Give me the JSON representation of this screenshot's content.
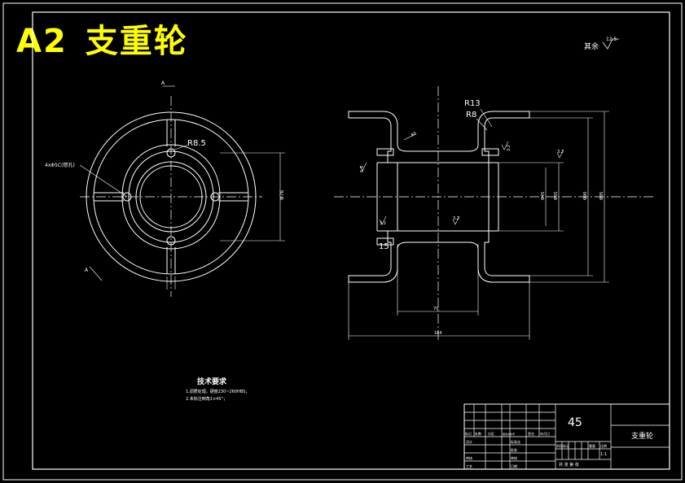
{
  "title": {
    "sheet": "A2",
    "part_name": "支重轮"
  },
  "surface_finish_note": {
    "label": "其余",
    "value": "12.5"
  },
  "front_view": {
    "hole_callout": "4xΦ5C(锪孔)",
    "radius_label": "R8.5",
    "diameter_label": "Φ76",
    "section_mark": "A"
  },
  "section_view": {
    "radius_outer": "R13",
    "radius_inner": "R8",
    "fillet_note": "R5",
    "roughness_1": "3.2",
    "roughness_2": "3.2",
    "roughness_3": "6.3",
    "roughness_4": "3.2",
    "roughness_5": "3.2",
    "diameters": [
      "Φ45",
      "Φ65",
      "Φ90",
      "Φ95"
    ],
    "width_inner": "70",
    "width_total": "164",
    "width_15": "15"
  },
  "technical_requirements": {
    "heading": "技术要求",
    "items": [
      "1.调质处理，硬度230~260HBS；",
      "2.未标注倒角1×45°；"
    ]
  },
  "title_block": {
    "material": "45",
    "part_name": "支重轮",
    "header_labels": [
      "标记",
      "处数",
      "分区",
      "更改文件号",
      "签名",
      "年月日"
    ],
    "row_labels": [
      "设计",
      "审核",
      "工艺"
    ],
    "middle_labels": [
      "标准化",
      "批准",
      "审核",
      "日期"
    ],
    "stage_labels": [
      "阶段标记",
      "重量",
      "比例"
    ],
    "scale": "1:1",
    "sheet_info": "共 张 第 张"
  },
  "colors": {
    "background": "#000000",
    "lines": "#ffffff",
    "title": "#ffff00"
  }
}
